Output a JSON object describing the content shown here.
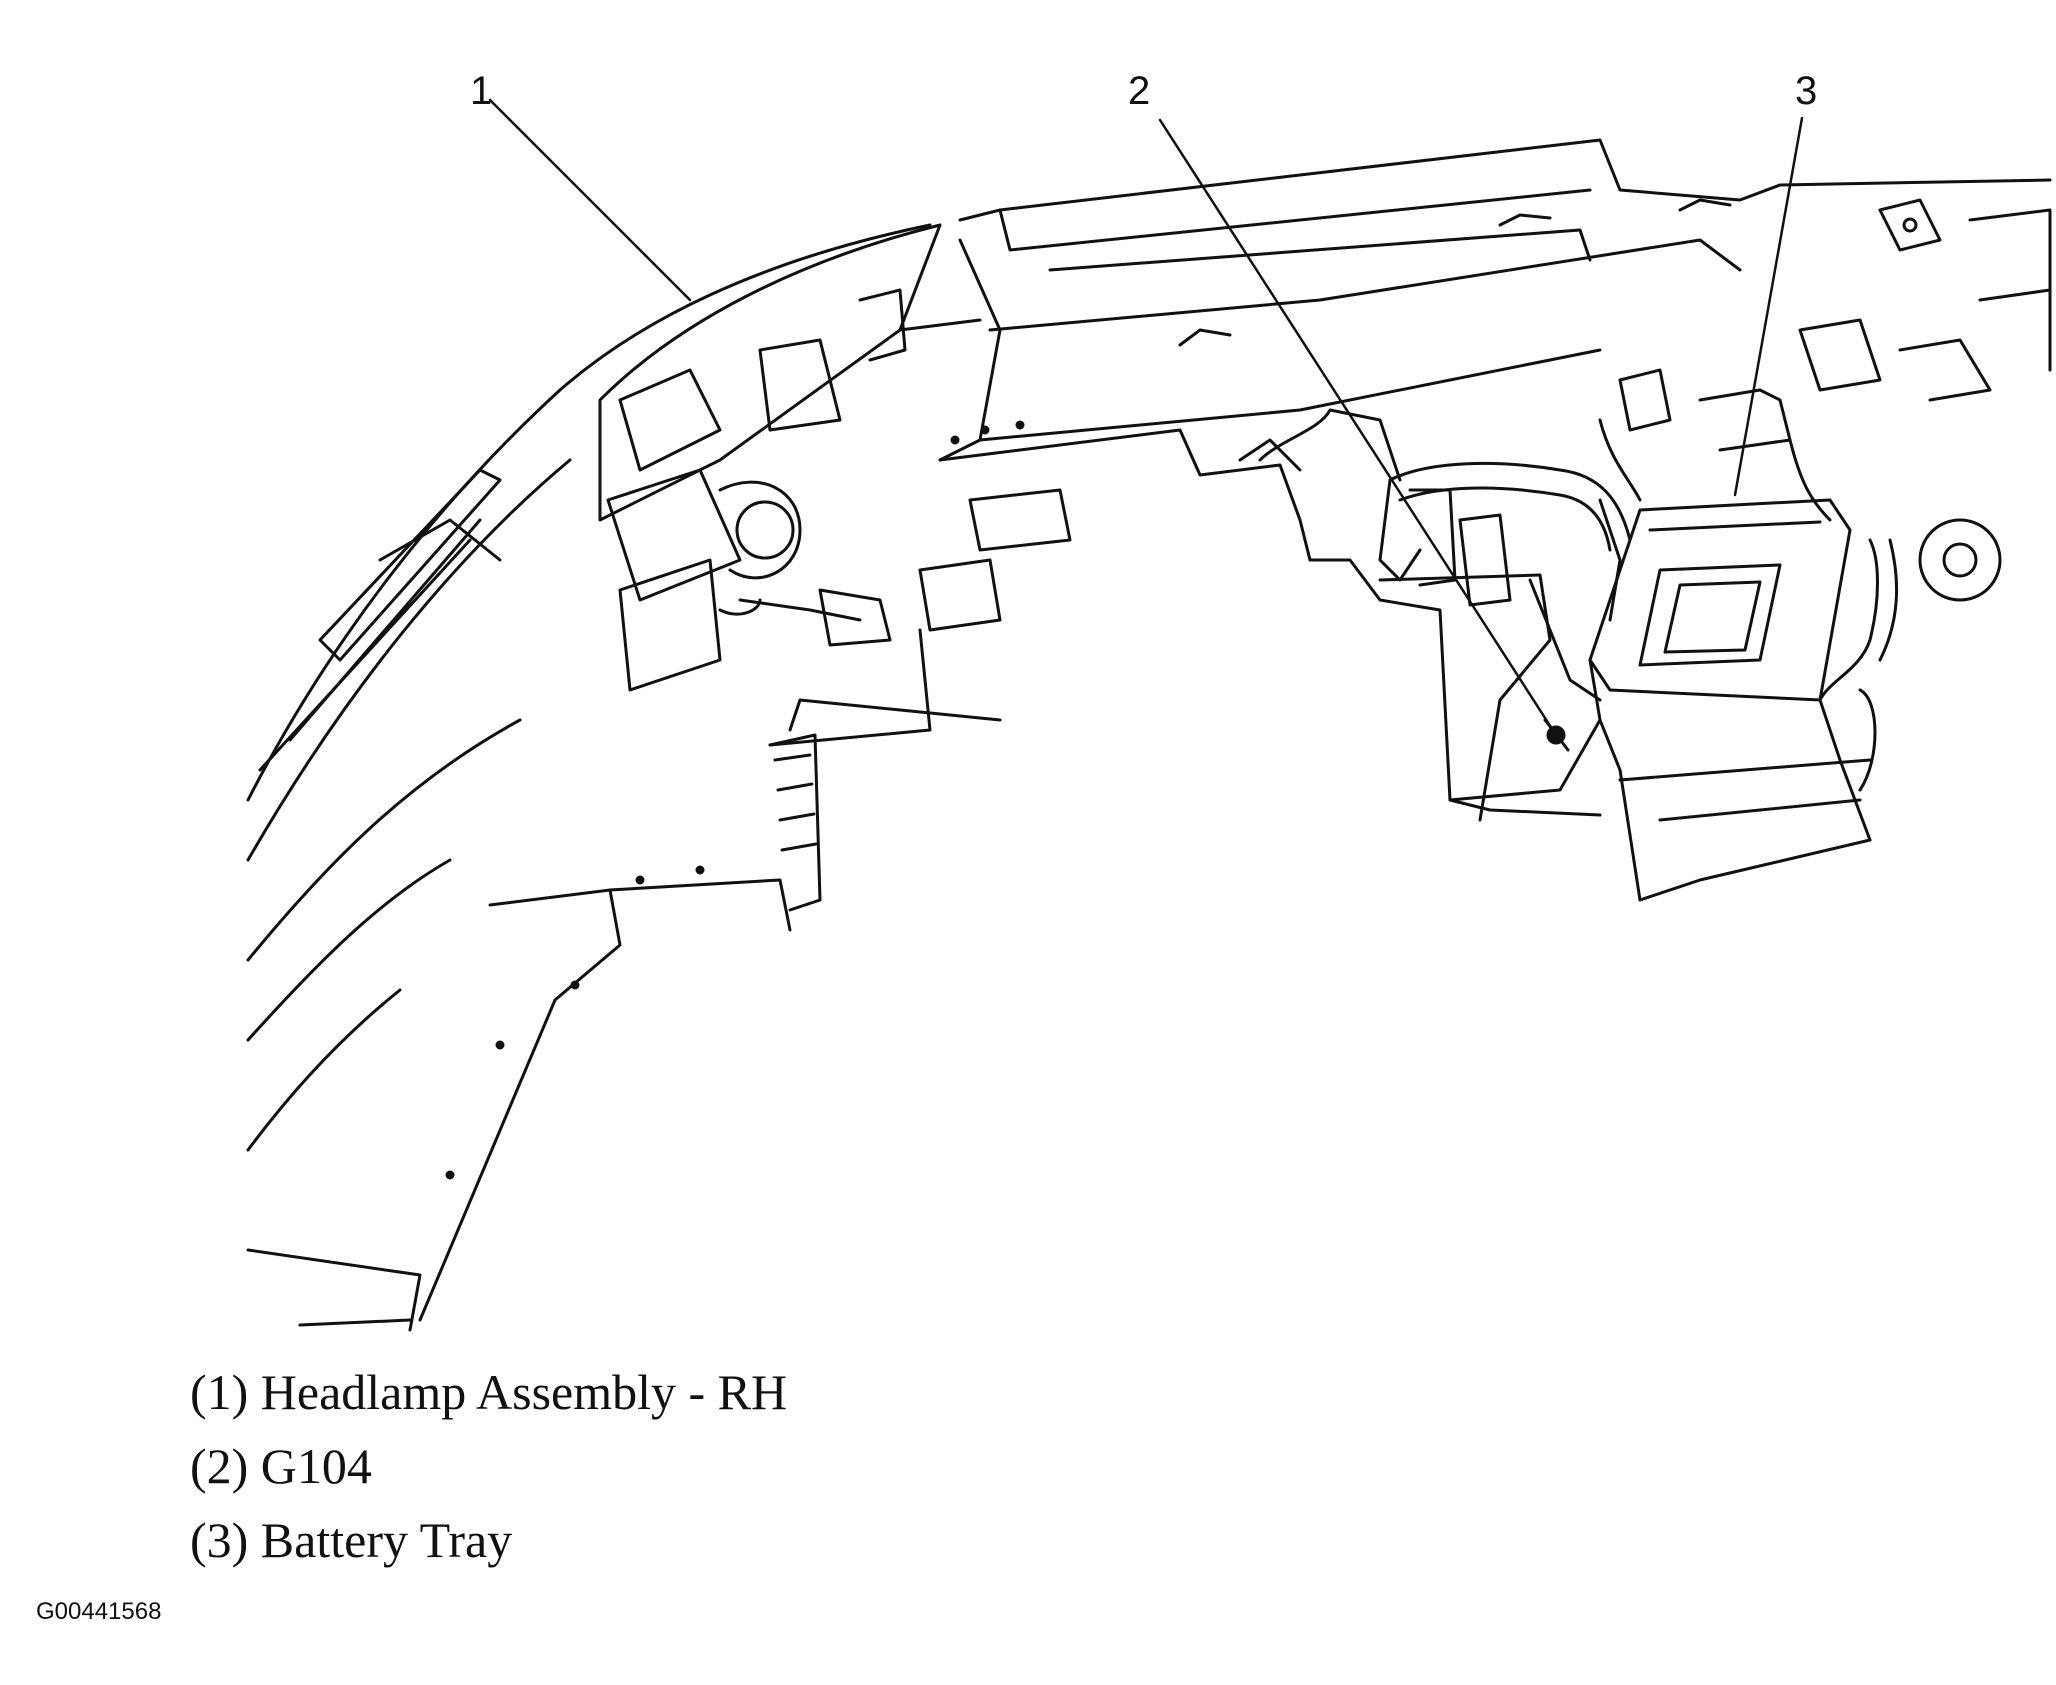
{
  "callouts": [
    {
      "number": "1",
      "label": "Headlamp Assembly - RH"
    },
    {
      "number": "2",
      "label": "G104"
    },
    {
      "number": "3",
      "label": "Battery Tray"
    }
  ],
  "legend": [
    "(1) Headlamp Assembly - RH",
    "(2) G104",
    "(3) Battery Tray"
  ],
  "figure_id": "G00441568",
  "colors": {
    "line": "#111111",
    "background": "#ffffff"
  }
}
